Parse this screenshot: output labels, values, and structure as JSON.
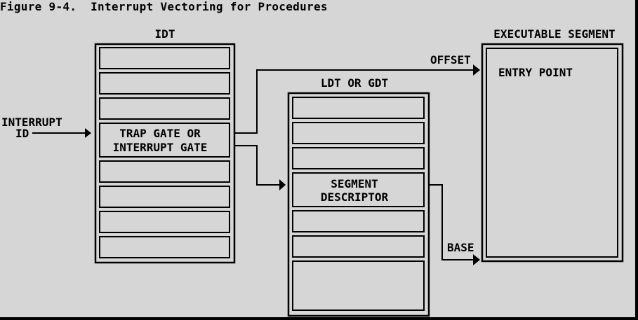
{
  "figure": {
    "title": "Figure 9-4.  Interrupt Vectoring for Procedures"
  },
  "idt": {
    "label": "IDT",
    "gate_line1": "TRAP GATE OR",
    "gate_line2": "INTERRUPT GATE"
  },
  "interrupt": {
    "line1": "INTERRUPT",
    "line2": "ID"
  },
  "ldt": {
    "label": "LDT OR GDT",
    "desc_line1": "SEGMENT",
    "desc_line2": "DESCRIPTOR"
  },
  "exec": {
    "label": "EXECUTABLE SEGMENT",
    "entry": "ENTRY POINT"
  },
  "arrows": {
    "offset": "OFFSET",
    "base": "BASE"
  },
  "colors": {
    "background": "#d6d6d6",
    "line": "#000000"
  }
}
